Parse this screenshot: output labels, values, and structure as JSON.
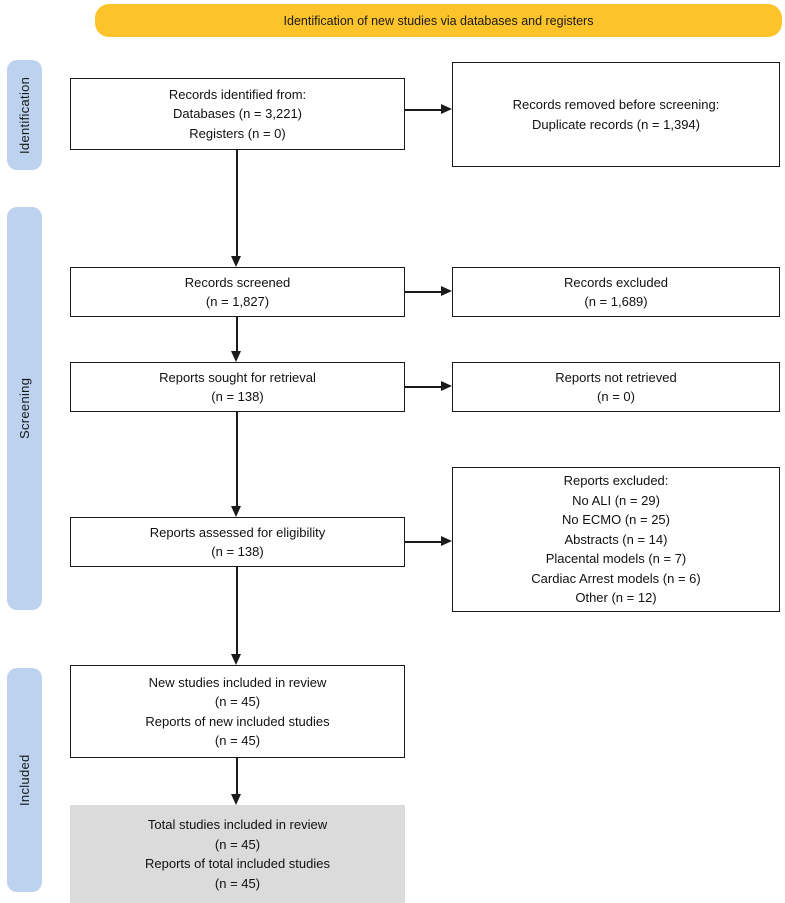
{
  "header": {
    "title": "Identification of new studies via databases and registers"
  },
  "sidebar": {
    "labels": [
      "Identification",
      "Screening",
      "Included"
    ]
  },
  "flow": {
    "records_identified": {
      "lines": [
        "Records identified from:",
        "Databases (n = 3,221)",
        "Registers (n = 0)"
      ]
    },
    "records_removed": {
      "lines": [
        "Records removed before screening:",
        "Duplicate records (n = 1,394)"
      ]
    },
    "records_screened": {
      "lines": [
        "Records screened",
        "(n = 1,827)"
      ]
    },
    "records_excluded": {
      "lines": [
        "Records excluded",
        "(n = 1,689)"
      ]
    },
    "reports_sought": {
      "lines": [
        "Reports sought for retrieval",
        "(n = 138)"
      ]
    },
    "reports_not_retrieved": {
      "lines": [
        "Reports not retrieved",
        "(n = 0)"
      ]
    },
    "reports_assessed": {
      "lines": [
        "Reports assessed for eligibility",
        "(n = 138)"
      ]
    },
    "reports_excluded": {
      "lines": [
        "Reports excluded:",
        "No ALI (n = 29)",
        "No ECMO (n = 25)",
        "Abstracts (n = 14)",
        "Placental models (n = 7)",
        "Cardiac Arrest models (n = 6)",
        "Other (n = 12)"
      ]
    },
    "new_studies_included": {
      "lines": [
        "New studies included in review",
        "(n = 45)",
        "Reports of new included studies",
        "(n = 45)"
      ]
    },
    "total_studies_included": {
      "lines": [
        "Total studies included in review",
        "(n = 45)",
        "Reports of total included studies",
        "(n = 45)"
      ]
    }
  },
  "colors": {
    "header_bg": "#FDC32B",
    "sidebar_bg": "#BDD2EE",
    "total_box_bg": "#DBDBDB",
    "box_border": "#1A1A1A",
    "arrow": "#1A1A1A"
  }
}
